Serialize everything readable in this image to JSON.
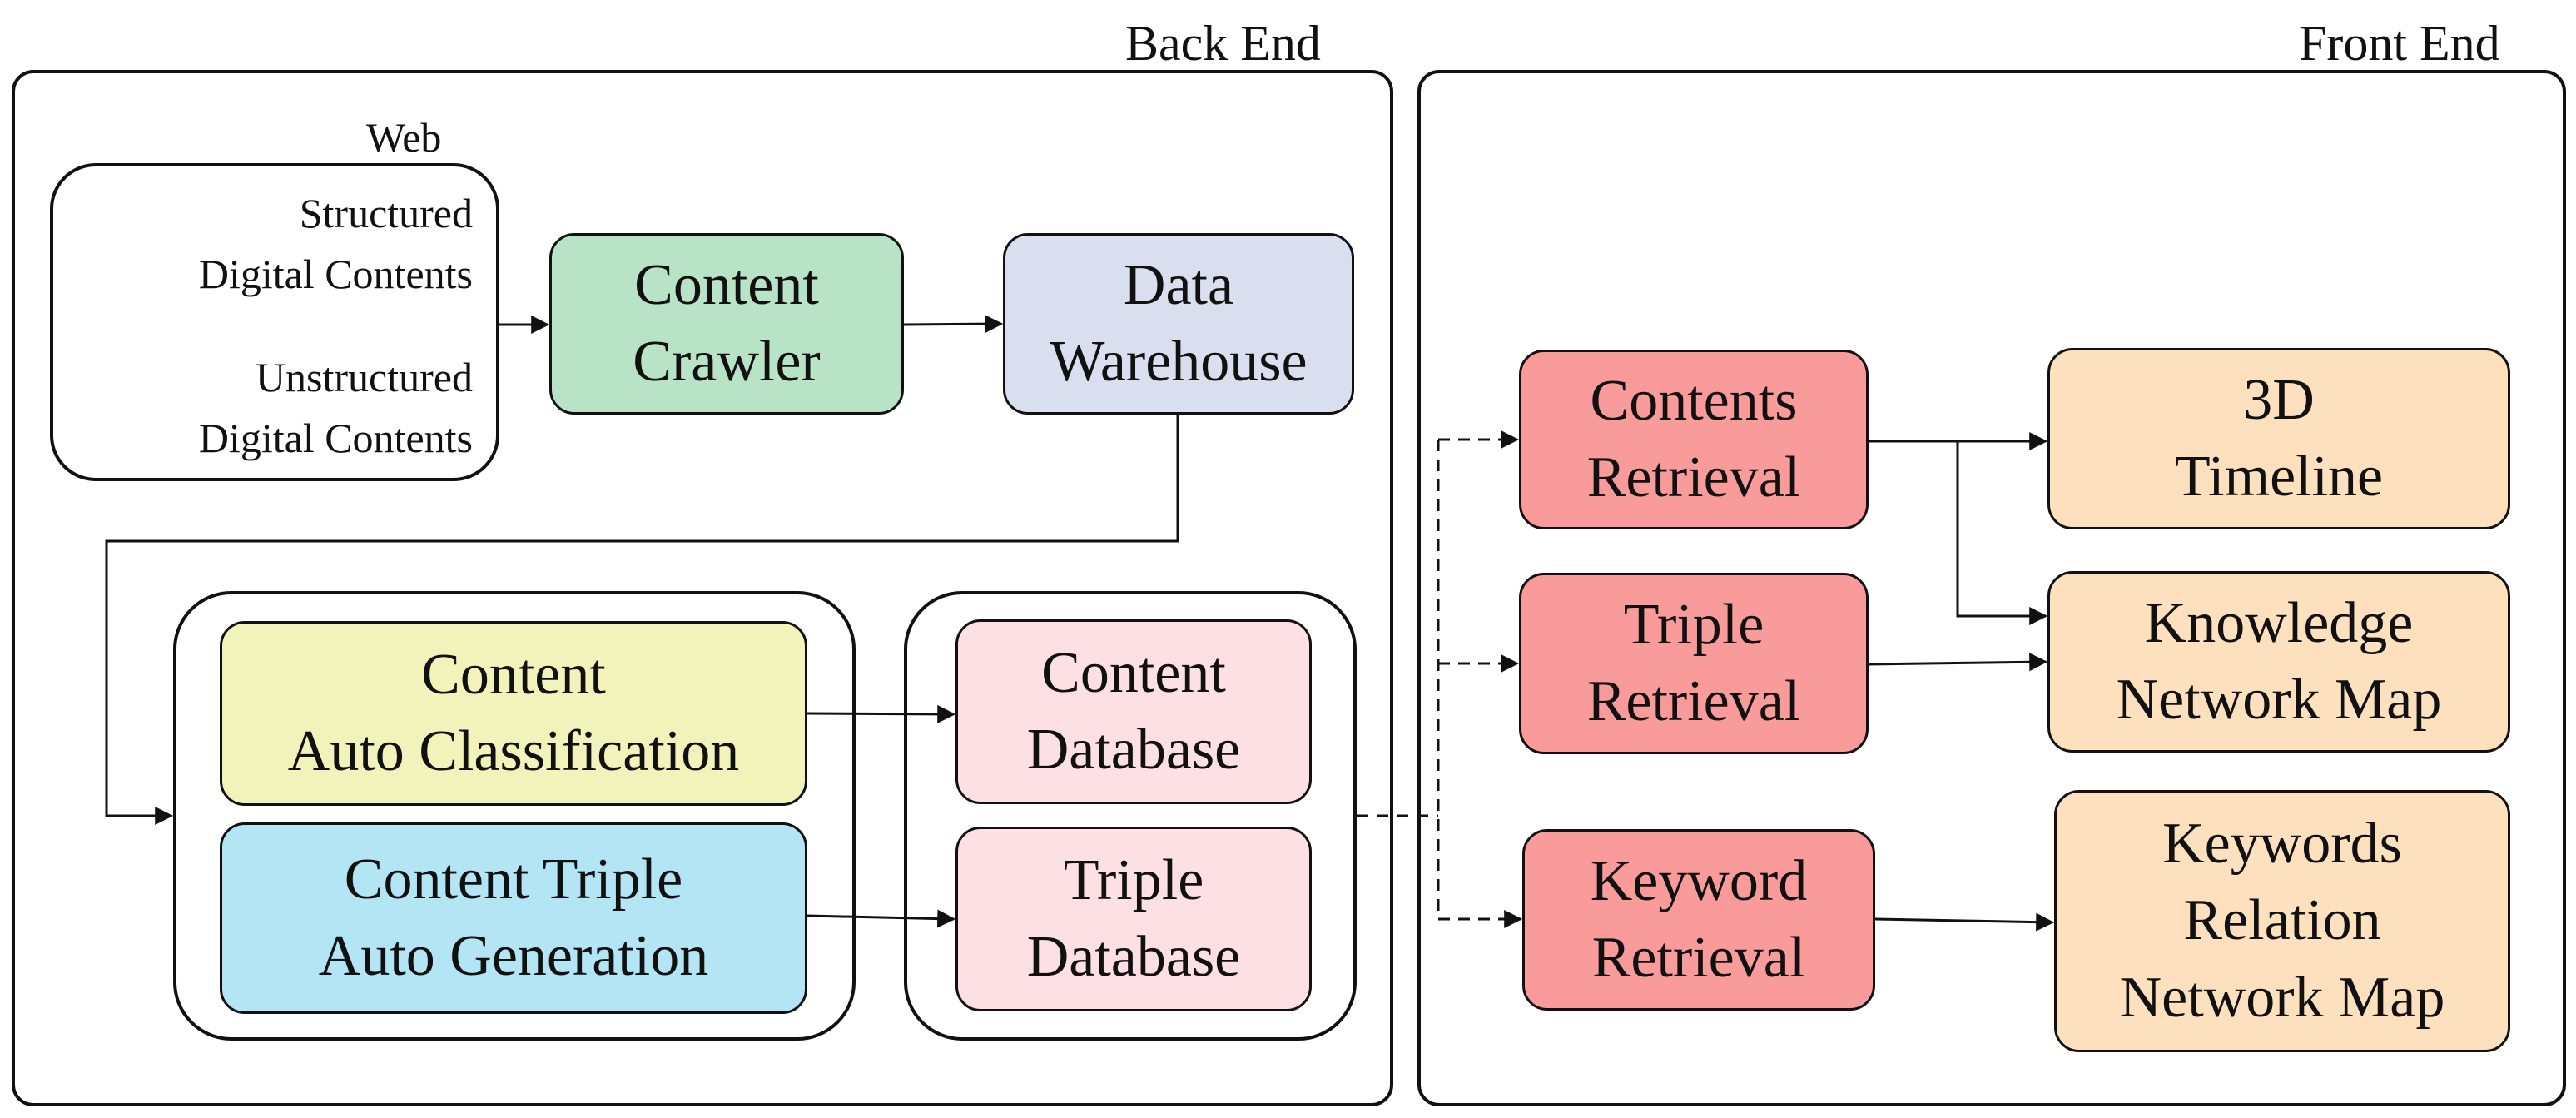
{
  "back_end": {
    "title": "Back End",
    "web": {
      "title": "Web",
      "structured": [
        "Structured",
        "Digital Contents"
      ],
      "unstructured": [
        "Unstructured",
        "Digital Contents"
      ]
    },
    "content_crawler": [
      "Content",
      "Crawler"
    ],
    "data_warehouse": [
      "Data",
      "Warehouse"
    ],
    "content_auto_classification": [
      "Content",
      "Auto Classification"
    ],
    "content_triple_auto_generation": [
      "Content Triple",
      "Auto Generation"
    ],
    "content_database": [
      "Content",
      "Database"
    ],
    "triple_database": [
      "Triple",
      "Database"
    ]
  },
  "front_end": {
    "title": "Front End",
    "contents_retrieval": [
      "Contents",
      "Retrieval"
    ],
    "triple_retrieval": [
      "Triple",
      "Retrieval"
    ],
    "keyword_retrieval": [
      "Keyword",
      "Retrieval"
    ],
    "timeline_3d": [
      "3D",
      "Timeline"
    ],
    "knowledge_network_map": [
      "Knowledge",
      "Network Map"
    ],
    "keywords_relation_network_map": [
      "Keywords",
      "Relation",
      "Network Map"
    ]
  },
  "colors": {
    "crawler": "#b9e3c6",
    "warehouse": "#dadff0",
    "classification": "#f2f2bb",
    "triple_generation": "#b3e5f5",
    "database": "#fde0e3",
    "retrieval": "#fa9b9b",
    "output": "#fde0bd"
  }
}
